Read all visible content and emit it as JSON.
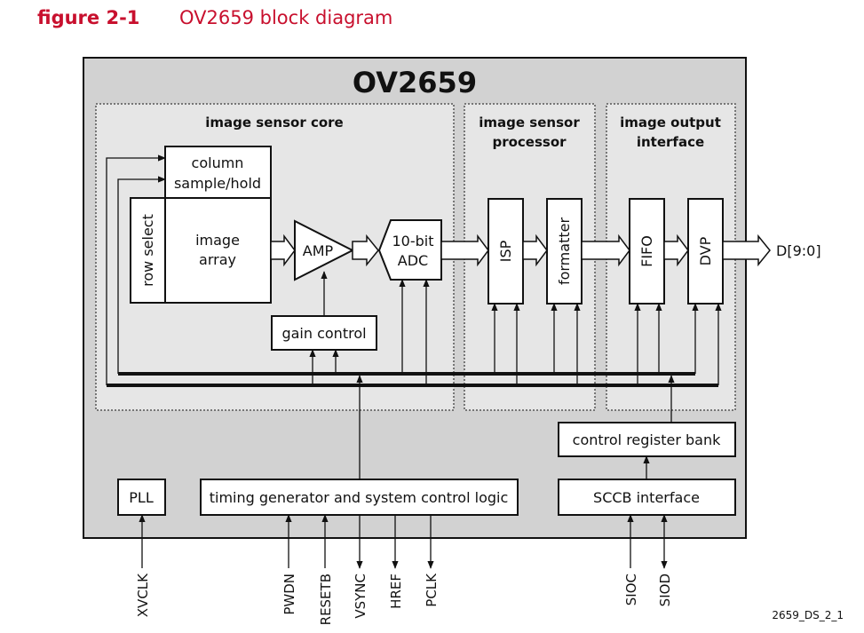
{
  "figure": {
    "number": "figure 2-1",
    "title": "OV2659 block diagram",
    "ref": "2659_DS_2_1"
  },
  "colors": {
    "accent": "#c8102e",
    "chip_bg": "#d2d2d2",
    "section_bg": "#e6e6e6",
    "block_bg": "#ffffff",
    "line": "#111111"
  },
  "chip": {
    "name": "OV2659"
  },
  "sections": {
    "core": "image sensor core",
    "isp": {
      "line1": "image sensor",
      "line2": "processor"
    },
    "output": {
      "line1": "image output",
      "line2": "interface"
    }
  },
  "blocks": {
    "column": {
      "line1": "column",
      "line2": "sample/hold"
    },
    "row_select": "row select",
    "image_array": {
      "line1": "image",
      "line2": "array"
    },
    "amp": "AMP",
    "adc": {
      "line1": "10-bit",
      "line2": "ADC"
    },
    "gain_control": "gain control",
    "isp": "ISP",
    "formatter": "formatter",
    "fifo": "FIFO",
    "dvp": "DVP",
    "control_register_bank": "control register bank",
    "pll": "PLL",
    "timing": "timing generator and system control logic",
    "sccb": "SCCB interface"
  },
  "signals": {
    "output": "D[9:0]",
    "pins": [
      "XVCLK",
      "PWDN",
      "RESETB",
      "VSYNC",
      "HREF",
      "PCLK",
      "SIOC",
      "SIOD"
    ]
  }
}
